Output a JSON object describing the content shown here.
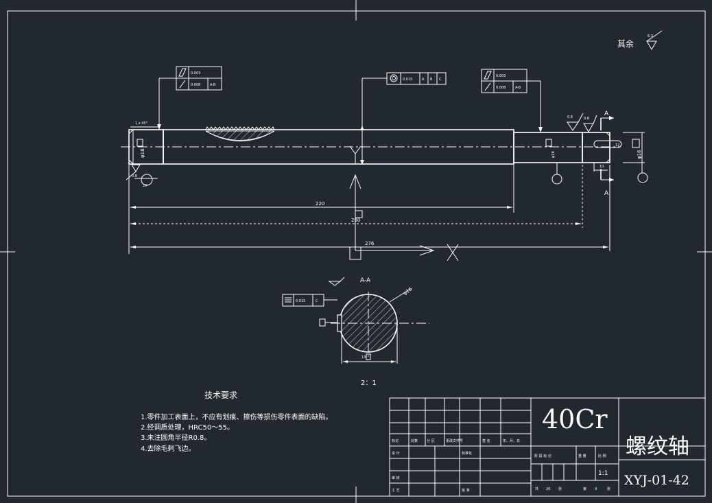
{
  "roughness_rest": {
    "label": "其余",
    "value": "6.3"
  },
  "section_label_top": "A",
  "section_label_bottom": "A",
  "section_view_title": "A-A",
  "section_scale": "2：1",
  "dimensions": {
    "len_220": "220",
    "len_260": "260",
    "len_276": "276",
    "dia_18": "φ18",
    "dia_18_right": "φ18",
    "dia_16_right": "φ16",
    "dia_16_section": "φ16",
    "chamfer": "1 x 45°",
    "keyway_10": "10",
    "keyway_w_section": "13",
    "small_20": "20",
    "small_12": "12"
  },
  "roughness": {
    "r1": "0.8",
    "r2": "0.8",
    "r3": "0.8"
  },
  "tolerance_frames": {
    "left": {
      "row1_value": "0.003",
      "row2_value": "0.008",
      "row2_datum": "A-B"
    },
    "middle": {
      "value": "0.015",
      "datum1": "A",
      "datum2": "B",
      "datum3": "C"
    },
    "right": {
      "row1_value": "0.003",
      "row2_value": "0.008",
      "row2_datum": "A-B"
    },
    "section": {
      "value": "0.015",
      "datum": "C"
    }
  },
  "tech_requirements": {
    "title": "技术要求",
    "items": [
      "1.零件加工表面上，不应有划痕、擦伤等损伤零件表面的缺陷。",
      "2.经调质处理，HRC50～55。",
      "3.未注圆角半径R0.8。",
      "4.去除毛刺飞边。"
    ]
  },
  "title_block": {
    "material": "40Cr",
    "part_name": "螺纹轴",
    "drawing_no": "XYJ-01-42",
    "scale": "1:1",
    "headers": {
      "mark": "标记",
      "count": "处数",
      "zone": "分 区",
      "change_doc": "更改文件号",
      "signature": "签 名",
      "date": "年、月、日",
      "design": "设 计",
      "standardize": "标准化",
      "review": "审 核",
      "process": "工 艺",
      "approve": "批 准",
      "stage_mark": "阶 段 标 记",
      "weight": "重 量",
      "ratio": "比 例",
      "total_label": "共",
      "total_value": "20",
      "sheet_unit": "张",
      "page_label": "第",
      "page_value": "9",
      "page_unit": "张"
    }
  }
}
